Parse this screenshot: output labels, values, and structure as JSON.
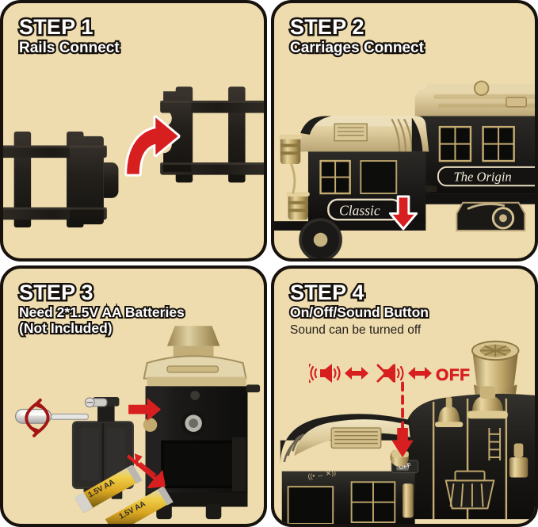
{
  "sheet": {
    "background_color": "#ffffff",
    "panel_background": "#EEDCAE",
    "panel_border_color": "#17120d",
    "accent_red": "#d81f20",
    "dark_red": "#a31515",
    "gold": "#cdb37a",
    "black_plastic": "#20201e"
  },
  "panels": [
    {
      "id": "step-1",
      "title": "STEP 1",
      "subtitle": "Rails Connect",
      "note": "",
      "art": {
        "name": "rail-track-connection",
        "left_piece": "rail-segment-with-plug",
        "right_piece": "rail-segment-with-socket",
        "arrow": "curved-red-arrow"
      }
    },
    {
      "id": "step-2",
      "title": "STEP 2",
      "subtitle": "Carriages Connect",
      "note": "",
      "art": {
        "name": "carriage-coupling",
        "front_carriage_label": "Classic",
        "rear_carriage_label": "The Origin",
        "arrow": "red-down-arrow"
      }
    },
    {
      "id": "step-3",
      "title": "STEP 3",
      "subtitle": "Need 2*1.5V AA Batteries",
      "subtitle2": "(Not Included)",
      "note": "",
      "art": {
        "name": "battery-compartment",
        "tool": "screwdriver",
        "rotation": "unscrew-rotation-arrows",
        "cover": "battery-door-cover",
        "battery_label": "1.5V AA",
        "battery_count": 2,
        "arrows": [
          "red-arrow-to-screw",
          "red-arrow-to-battery-bay"
        ]
      }
    },
    {
      "id": "step-4",
      "title": "STEP 4",
      "subtitle": "On/Off/Sound Button",
      "note": "Sound can be turned off",
      "sound_sequence": [
        {
          "icon": "speaker-on-icon",
          "label": ""
        },
        {
          "icon": "double-arrow-icon",
          "label": ""
        },
        {
          "icon": "speaker-muted-icon",
          "label": ""
        },
        {
          "icon": "double-arrow-icon",
          "label": ""
        },
        {
          "icon": "off-text",
          "label": "OFF"
        }
      ],
      "art": {
        "name": "locomotive-switch",
        "switch_label": "OFF",
        "pointer": "red-dashed-down-arrow"
      }
    }
  ]
}
